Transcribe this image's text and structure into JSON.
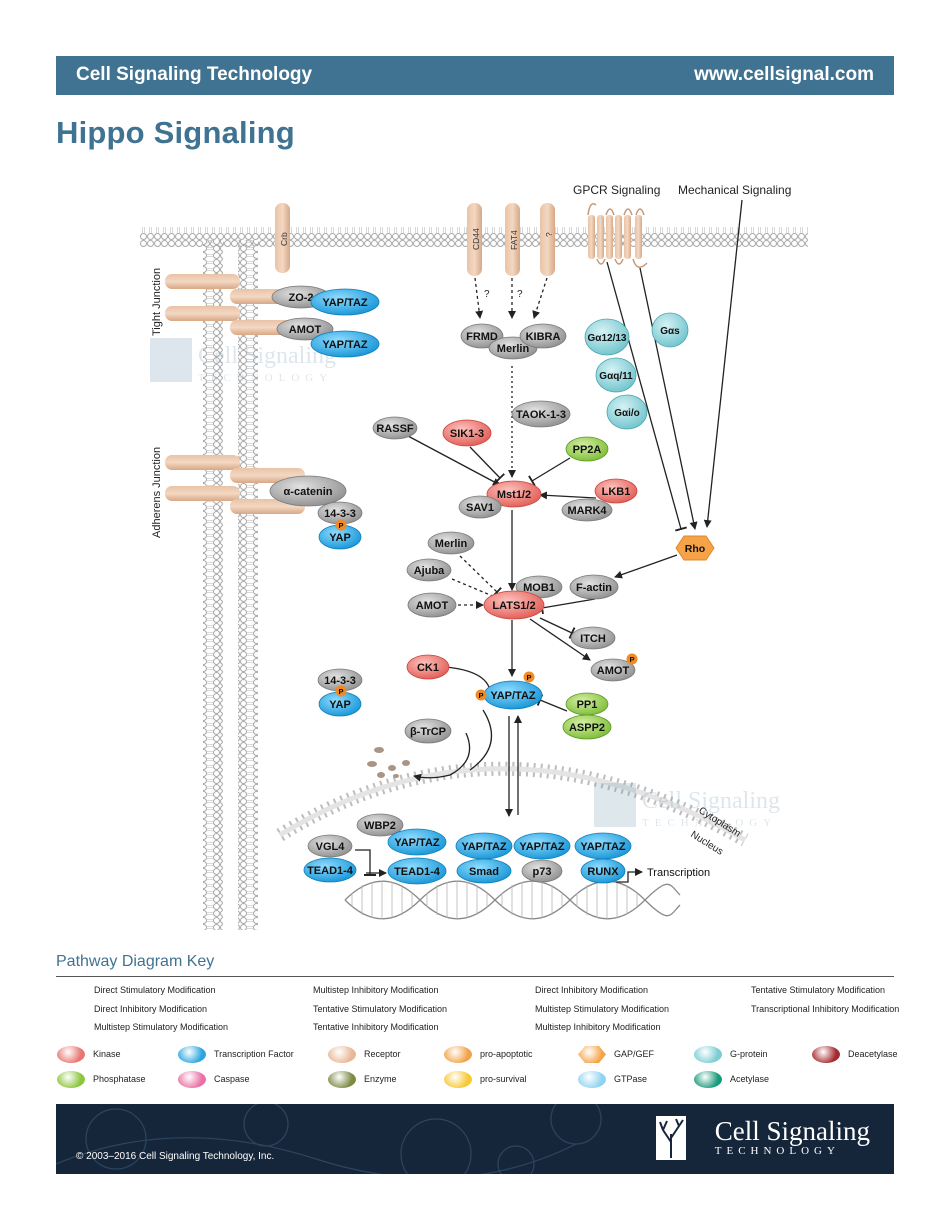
{
  "header": {
    "left": "Cell Signaling Technology",
    "right": "www.cellsignal.com"
  },
  "title": "Hippo Signaling",
  "region_labels": {
    "tight_junction": "Tight Junction",
    "adherens_junction": "Adherens Junction",
    "gpcr": "GPCR Signaling",
    "mechanical": "Mechanical Signaling",
    "cytoplasm": "Cytoplasm",
    "nucleus": "Nucleus",
    "transcription": "Transcription",
    "question": "?"
  },
  "receptors": [
    "Crb",
    "CD44",
    "FAT4",
    "?"
  ],
  "nodes": {
    "zo2": "ZO-2",
    "amot_tj": "AMOT",
    "yaptaz_tj1": "YAP/TAZ",
    "yaptaz_tj2": "YAP/TAZ",
    "alpha_catenin": "α-catenin",
    "p1433_aj": "14-3-3",
    "yap_aj": "YAP",
    "frmd": "FRMD",
    "merlin_top": "Merlin",
    "kibra": "KIBRA",
    "taok": "TAOK-1-3",
    "rassf": "RASSF",
    "sik": "SIK1-3",
    "pp2a": "PP2A",
    "mst": "Mst1/2",
    "sav1": "SAV1",
    "lkb1": "LKB1",
    "mark4": "MARK4",
    "merlin_mid": "Merlin",
    "ajuba": "Ajuba",
    "amot_mid": "AMOT",
    "mob1": "MOB1",
    "factin": "F-actin",
    "lats": "LATS1/2",
    "itch": "ITCH",
    "amot_p": "AMOT",
    "ck1": "CK1",
    "p1433_cy": "14-3-3",
    "yap_cy": "YAP",
    "yaptaz_cy": "YAP/TAZ",
    "pp1": "PP1",
    "aspp2": "ASPP2",
    "btrcp": "β-TrCP",
    "rho": "Rho",
    "ga1213": "Gα12/13",
    "gas": "Gαs",
    "gaq11": "Gαq/11",
    "gaio": "Gαi/o",
    "wbp2": "WBP2",
    "vgl4": "VGL4",
    "tead_left": "TEAD1-4",
    "yaptaz_n1": "YAP/TAZ",
    "tead_right": "TEAD1-4",
    "yaptaz_n2": "YAP/TAZ",
    "smad": "Smad",
    "yaptaz_n3": "YAP/TAZ",
    "p73": "p73",
    "yaptaz_n4": "YAP/TAZ",
    "runx": "RUNX",
    "phospho": "P"
  },
  "key": {
    "title": "Pathway Diagram Key",
    "arrows": [
      "Direct Stimulatory Modification",
      "Multistep Inhibitory Modification",
      "Direct Inhibitory Modification",
      "Tentative Stimulatory Modification",
      "Direct Inhibitory Modification",
      "Tentative Stimulatory Modification",
      "Multistep Stimulatory Modification",
      "Transcriptional Inhibitory Modification",
      "Multistep Stimulatory Modification",
      "Tentative Inhibitory Modification",
      "Multistep Inhibitory Modification"
    ],
    "legend": [
      {
        "label": "Kinase",
        "color": "#e9756f"
      },
      {
        "label": "Transcription Factor",
        "color": "#29a6e0"
      },
      {
        "label": "Receptor",
        "color": "#e8b796"
      },
      {
        "label": "pro-apoptotic",
        "color": "#f3a24a"
      },
      {
        "label": "GAP/GEF",
        "color": "#f5a346"
      },
      {
        "label": "G-protein",
        "color": "#7bccd4"
      },
      {
        "label": "Deacetylase",
        "color": "#a32a2e"
      },
      {
        "label": "Phosphatase",
        "color": "#8cc63f"
      },
      {
        "label": "Caspase",
        "color": "#ea6fa4"
      },
      {
        "label": "Enzyme",
        "color": "#7c8a44"
      },
      {
        "label": "pro-survival",
        "color": "#f7c833"
      },
      {
        "label": "GTPase",
        "color": "#8fd3f2"
      },
      {
        "label": "Acetylase",
        "color": "#1b9a7b"
      }
    ]
  },
  "footer": {
    "copyright": "© 2003–2016 Cell Signaling Technology, Inc.",
    "logo_main": "Cell Signaling",
    "logo_sub": "TECHNOLOGY"
  }
}
